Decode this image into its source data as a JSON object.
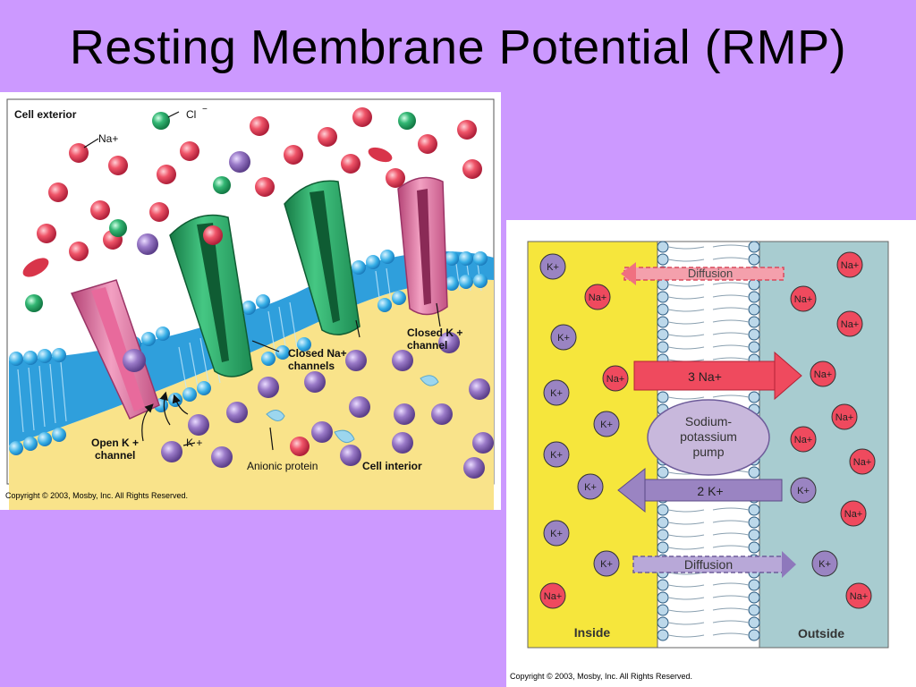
{
  "slide": {
    "title": "Resting Membrane Potential (RMP)"
  },
  "left_figure": {
    "labels": {
      "cell_exterior": "Cell exterior",
      "cl": "Cl",
      "cl_charge": "−",
      "na": "Na+",
      "closed_na_channels_1": "Closed Na+",
      "closed_na_channels_2": "channels",
      "closed_k_channel_1": "Closed K +",
      "closed_k_channel_2": "channel",
      "open_k_channel_1": "Open K +",
      "open_k_channel_2": "channel",
      "k": "K +",
      "anionic_protein": "Anionic protein",
      "cell_interior": "Cell interior"
    },
    "copyright": "Copyright © 2003, Mosby, Inc. All Rights Reserved.",
    "colors": {
      "exterior": "#ffffff",
      "bilayer": "#2f9fdc",
      "interior": "#f9e38a",
      "na_ion": "#e8455a",
      "k_ion": "#8a68b8",
      "cl_ion": "#27a86a",
      "na_channel": "#2fae68",
      "k_channel": "#d66a9a"
    }
  },
  "right_figure": {
    "labels": {
      "diffusion_top": "Diffusion",
      "three_na": "3 Na+",
      "pump_1": "Sodium-",
      "pump_2": "potassium",
      "pump_3": "pump",
      "two_k": "2 K+",
      "diffusion_bottom": "Diffusion",
      "inside": "Inside",
      "outside": "Outside"
    },
    "ion_labels": {
      "k": "K+",
      "na": "Na+"
    },
    "copyright": "Copyright © 2003, Mosby, Inc. All Rights Reserved.",
    "colors": {
      "inside": "#f6e63c",
      "outside": "#a8ccd0",
      "na_arrow": "#ef4a5e",
      "k_arrow": "#9a84c2",
      "pump": "#c8b8dc"
    }
  }
}
